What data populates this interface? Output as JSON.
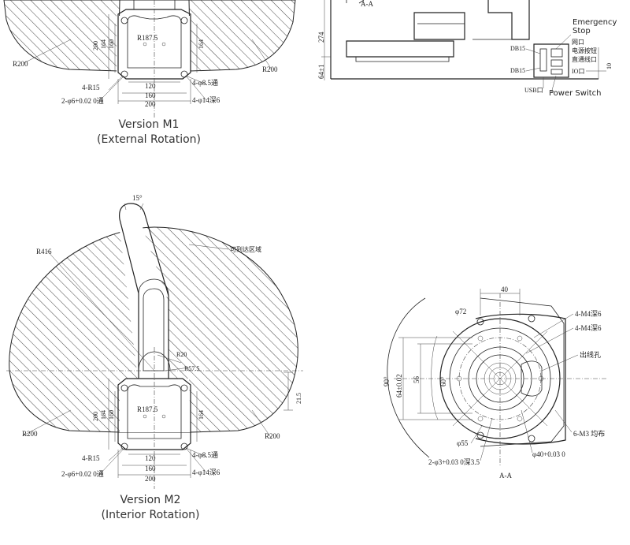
{
  "m1": {
    "labels": {
      "r200_left": "R200",
      "r200_right": "R200",
      "r187": "R187.5",
      "dim_200": "200",
      "dim_164": "164",
      "dim_160": "160",
      "r15": "4-R15",
      "pin": "2-φ6+0.02 0通",
      "w120": "120",
      "w160": "160",
      "w200": "200",
      "hole_through": "4-φ8.5通",
      "hole_cb": "4-φ14深6"
    },
    "caption_line1": "Version M1",
    "caption_line2": "(External Rotation)"
  },
  "side": {
    "labels": {
      "aa": "A-A",
      "h274": "274",
      "h64": "64±1",
      "db15_a": "DB15",
      "db15_b": "DB15",
      "usb": "USB口",
      "net": "网口",
      "estop_cn": "电源按钮",
      "debug_cn": "直通线口",
      "io": "IO口",
      "dim10": "10",
      "estop_en_1": "Emergency",
      "estop_en_2": "Stop",
      "power_en": "Power Switch"
    }
  },
  "m2": {
    "labels": {
      "angle15": "15°",
      "r416": "R416",
      "reach_cn": "可到达区域",
      "r20": "R20",
      "r57": "R57.5",
      "r187": "R187.5",
      "dim_200": "200",
      "dim_164": "164",
      "dim_160": "160",
      "d215": "21.5",
      "r200_left": "R200",
      "r200_right": "R200",
      "r15": "4-R15",
      "pin": "2-φ6+0.02 0通",
      "w120": "120",
      "w160": "160",
      "w200": "200",
      "hole_through": "4-φ8.5通",
      "hole_cb": "4-φ14深6"
    },
    "caption_line1": "Version M2",
    "caption_line2": "(Interior Rotation)"
  },
  "flange": {
    "labels": {
      "w40": "40",
      "d72": "φ72",
      "m4_a": "4-M4深6",
      "m4_b": "4-M4深6",
      "outlet_cn": "出线孔",
      "a90": "90°",
      "h64": "64±0.02",
      "h56": "56",
      "a60": "60°",
      "d55": "φ55",
      "m3": "6-M3 均布",
      "pin": "2-φ3+0.03 0深3.5",
      "d40": "φ40+0.03 0",
      "aa": "A-A"
    }
  }
}
